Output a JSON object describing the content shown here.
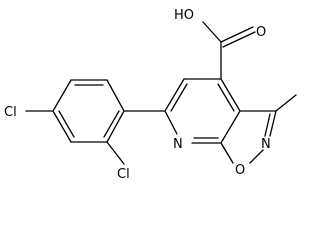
{
  "molecule": {
    "atoms": {
      "hydroxyl": "HO",
      "carbonyl_oxygen": "O",
      "ring_nitrogen_pyridine": "N",
      "ring_oxygen_isoxazole": "O",
      "ring_nitrogen_isoxazole": "N",
      "chlorine_para": "Cl",
      "chlorine_ortho": "Cl"
    }
  },
  "colors": {
    "bond": "#000000",
    "label": "#000000",
    "background": "#ffffff"
  }
}
